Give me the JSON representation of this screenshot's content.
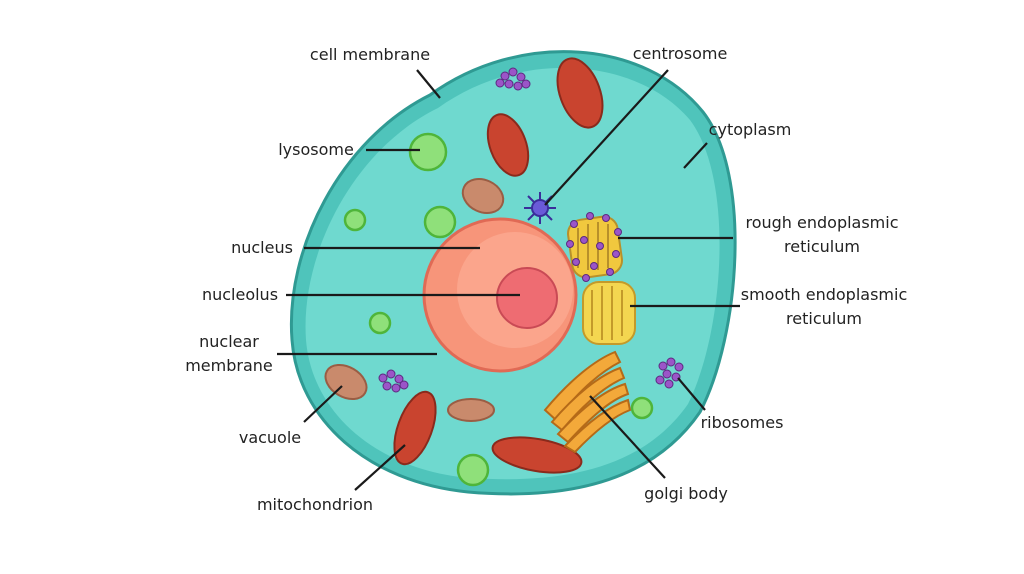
{
  "title": "Animal cell diagram",
  "labels": {
    "cell_membrane": "cell membrane",
    "lysosome": "lysosome",
    "nucleus": "nucleus",
    "nucleolus": "nucleolus",
    "nuclear_membrane_1": "nuclear",
    "nuclear_membrane_2": "membrane",
    "vacuole": "vacuole",
    "mitochondrion": "mitochondrion",
    "centrosome": "centrosome",
    "cytoplasm": "cytoplasm",
    "rough_er_1": "rough endoplasmic",
    "rough_er_2": "reticulum",
    "smooth_er_1": "smooth endoplasmic",
    "smooth_er_2": "reticulum",
    "ribosomes": "ribosomes",
    "golgi_body": "golgi body"
  },
  "colors": {
    "cytoplasm": "#6fd9cf",
    "membrane": "#2f9a93",
    "nucleus": "#f7957a",
    "nucleolus": "#ee6c72"
  }
}
